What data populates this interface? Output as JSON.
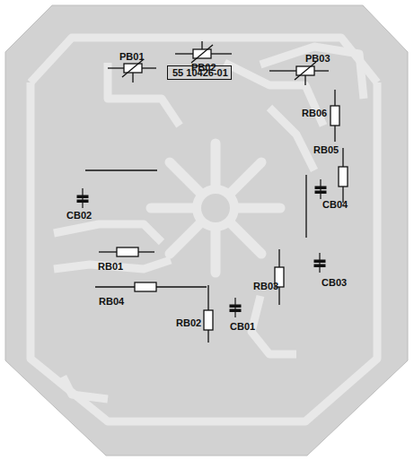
{
  "diagram": {
    "nodes": [
      {
        "text": [
          "55 10426-01"
        ]
      }
    ],
    "labels": [
      "PB01",
      "PB02",
      "PB03",
      "RB06",
      "RB05",
      "CB04",
      "CB02",
      "RB01",
      "RB03",
      "CB03",
      "RB04",
      "RB02",
      "CB01"
    ]
  }
}
